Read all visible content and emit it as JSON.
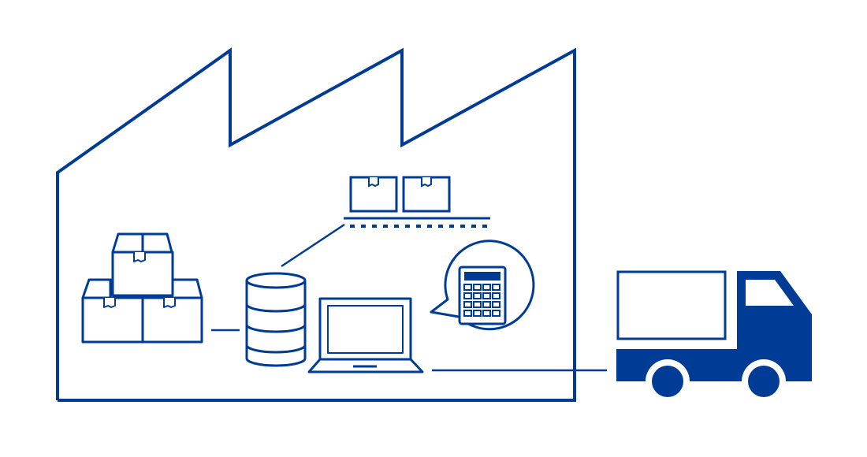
{
  "diagram": {
    "colors": {
      "line": "#003c96",
      "fill": "#003c96",
      "background": "#ffffff"
    },
    "nodes": [
      {
        "id": "factory",
        "icon": "factory-building-icon"
      },
      {
        "id": "inventory",
        "icon": "stacked-boxes-icon"
      },
      {
        "id": "database",
        "icon": "database-cylinder-icon"
      },
      {
        "id": "conveyor",
        "icon": "conveyor-boxes-icon"
      },
      {
        "id": "laptop",
        "icon": "laptop-icon"
      },
      {
        "id": "calculator",
        "icon": "calculator-bubble-icon"
      },
      {
        "id": "truck",
        "icon": "delivery-truck-icon"
      }
    ],
    "edges": [
      {
        "from": "inventory",
        "to": "database"
      },
      {
        "from": "database",
        "to": "conveyor"
      },
      {
        "from": "laptop",
        "to": "truck"
      }
    ]
  }
}
